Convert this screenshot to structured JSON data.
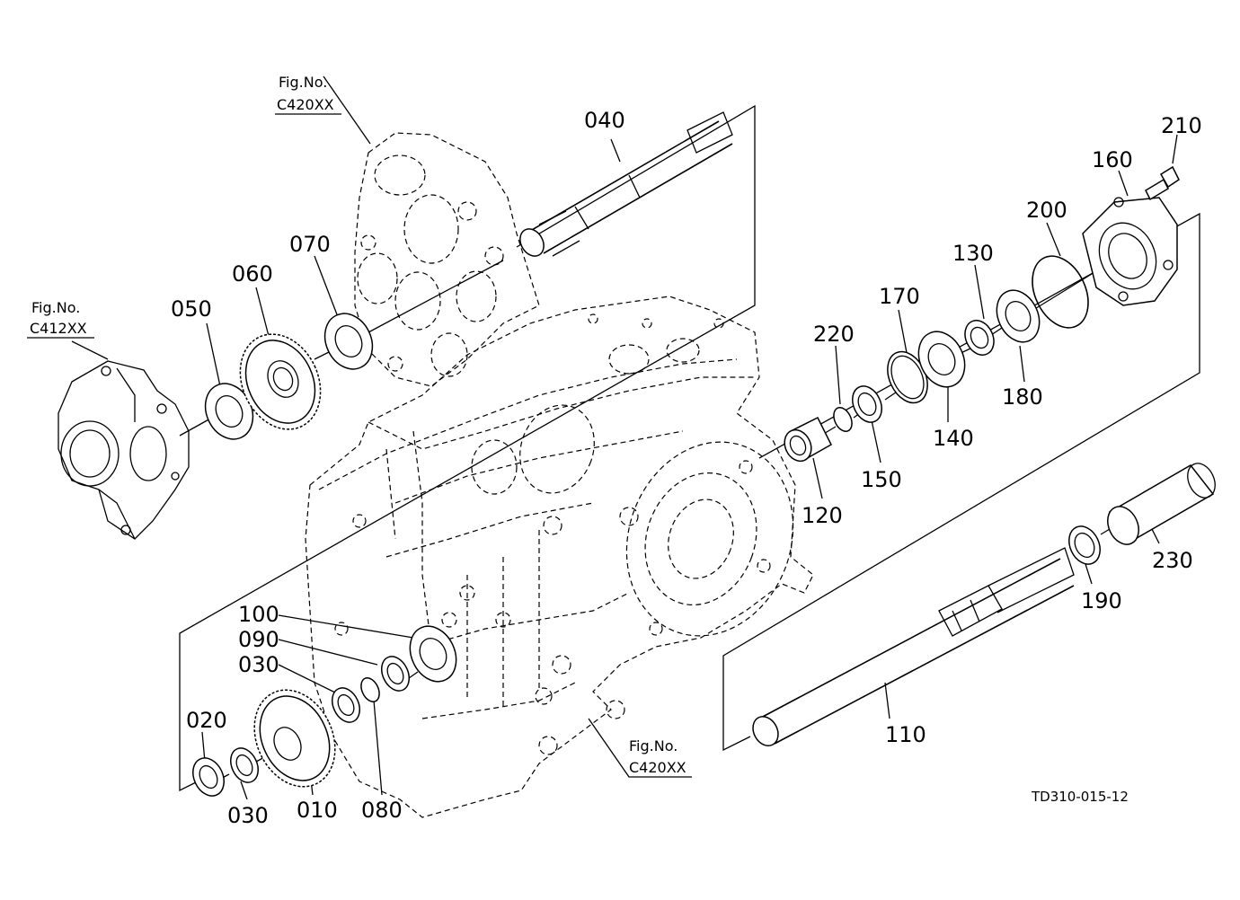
{
  "figure_refs": {
    "top": {
      "line1": "Fig.No.",
      "line2": "C420XX"
    },
    "left": {
      "line1": "Fig.No.",
      "line2": "C412XX"
    },
    "bottom": {
      "line1": "Fig.No.",
      "line2": "C420XX"
    }
  },
  "drawing_code": "TD310-015-12",
  "part_numbers": {
    "p010": "010",
    "p020": "020",
    "p030a": "030",
    "p030b": "030",
    "p040": "040",
    "p050": "050",
    "p060": "060",
    "p070": "070",
    "p080": "080",
    "p090": "090",
    "p100": "100",
    "p110": "110",
    "p120": "120",
    "p130": "130",
    "p140": "140",
    "p150": "150",
    "p160": "160",
    "p170": "170",
    "p180": "180",
    "p190": "190",
    "p200": "200",
    "p210": "210",
    "p220": "220",
    "p230": "230"
  }
}
